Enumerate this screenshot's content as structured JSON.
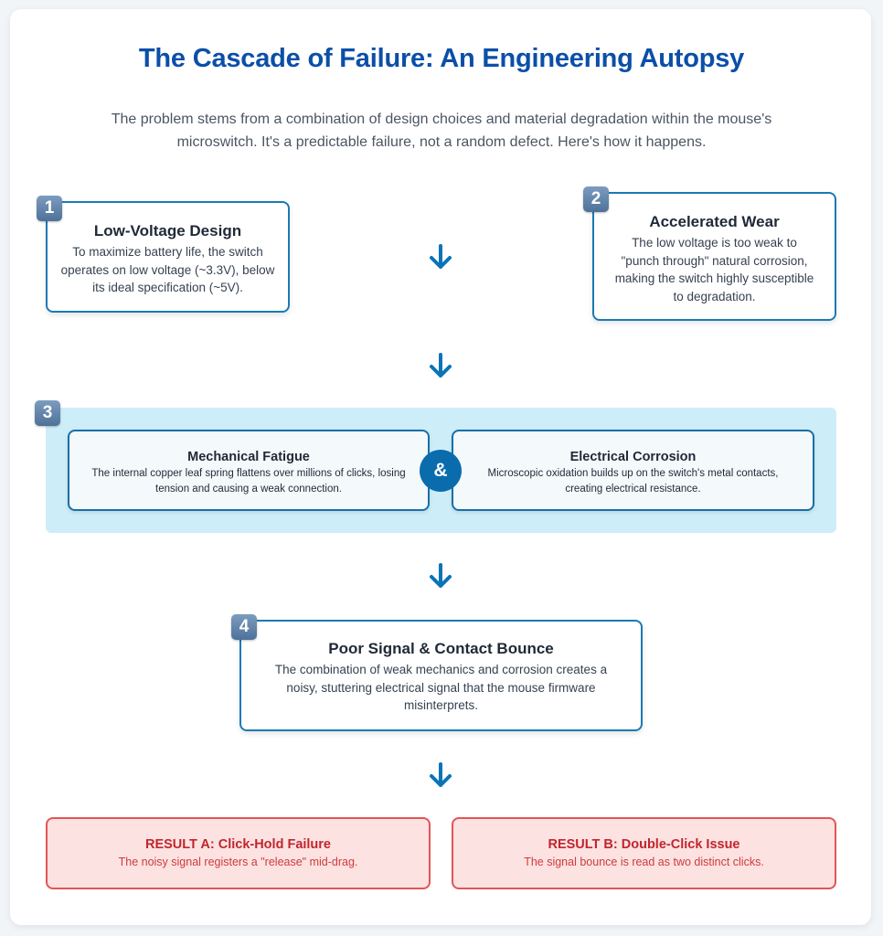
{
  "header": {
    "title": "The Cascade of Failure: An Engineering Autopsy",
    "subtitle": "The problem stems from a combination of design choices and material degradation within the mouse's microswitch. It's a predictable failure, not a random defect. Here's how it happens."
  },
  "steps": [
    {
      "number": "1",
      "title": "Low-Voltage Design",
      "text": "To maximize battery life, the switch operates on low voltage (~3.3V), below its ideal specification (~5V)."
    },
    {
      "number": "2",
      "title": "Accelerated Wear",
      "text": "The low voltage is too weak to \"punch through\" natural corrosion, making the switch highly susceptible to degradation."
    },
    {
      "number": "3",
      "connector": "&",
      "factors": [
        {
          "title": "Mechanical Fatigue",
          "text": "The internal copper leaf spring flattens over millions of clicks, losing tension and causing a weak connection."
        },
        {
          "title": "Electrical Corrosion",
          "text": "Microscopic oxidation builds up on the switch's metal contacts, creating electrical resistance."
        }
      ]
    },
    {
      "number": "4",
      "title": "Poor Signal & Contact Bounce",
      "text": "The combination of weak mechanics and corrosion creates a noisy, stuttering electrical signal that the mouse firmware misinterprets."
    }
  ],
  "results": [
    {
      "title": "RESULT A: Click-Hold Failure",
      "text": "The noisy signal registers a \"release\" mid-drag."
    },
    {
      "title": "RESULT B: Double-Click Issue",
      "text": "The signal bounce is read as two distinct clicks."
    }
  ],
  "icons": {
    "arrow": "arrow-down-icon"
  },
  "colors": {
    "accent": "#0b4fa8",
    "border": "#1a7ab5",
    "panel": "#cdeef8",
    "result_bg": "#fde2e2",
    "result_text": "#c0262d"
  }
}
